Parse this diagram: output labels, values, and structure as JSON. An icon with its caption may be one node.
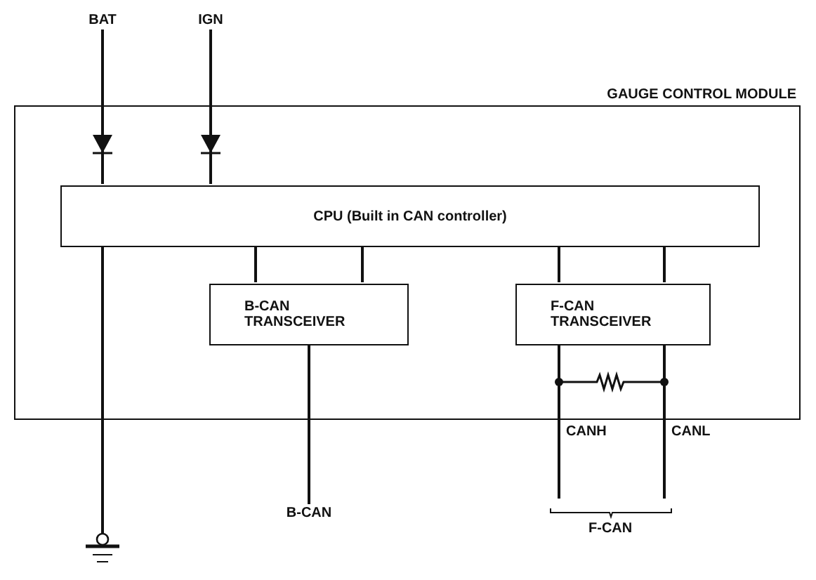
{
  "diagram": {
    "nodes": [
      {
        "text": [
          "GAUGE CONTROL MODULE"
        ]
      },
      {
        "text": [
          "CPU (Built in CAN controller)"
        ],
        "in": 0
      },
      {
        "text": [
          "B-CAN TRANSCEIVER"
        ],
        "in": 0
      },
      {
        "text": [
          "F-CAN TRANSCEIVER"
        ],
        "in": 0
      },
      {
        "text": [
          "BAT"
        ]
      },
      {
        "text": [
          "IGN"
        ]
      },
      {
        "text": [
          "B-CAN"
        ]
      },
      {
        "text": [],
        "shape": "ground"
      }
    ],
    "edges": [
      {
        "from": 4,
        "to": 1,
        "arrow": "to"
      },
      {
        "from": 5,
        "to": 1,
        "arrow": "to"
      },
      {
        "from": 1,
        "to": 2,
        "arrow": "none"
      },
      {
        "from": 1,
        "to": 2,
        "arrow": "none"
      },
      {
        "from": 1,
        "to": 7,
        "arrow": "none"
      },
      {
        "from": 2,
        "to": 6,
        "arrow": "none"
      },
      {
        "from": 1,
        "to": 3,
        "arrow": "none"
      },
      {
        "from": 1,
        "to": 3,
        "arrow": "none"
      },
      {
        "from": 3,
        "to": null,
        "arrow": "none"
      },
      {
        "from": 3,
        "to": null,
        "arrow": "none"
      }
    ],
    "labels": [
      "CANH",
      "CANL",
      "F-CAN"
    ]
  }
}
